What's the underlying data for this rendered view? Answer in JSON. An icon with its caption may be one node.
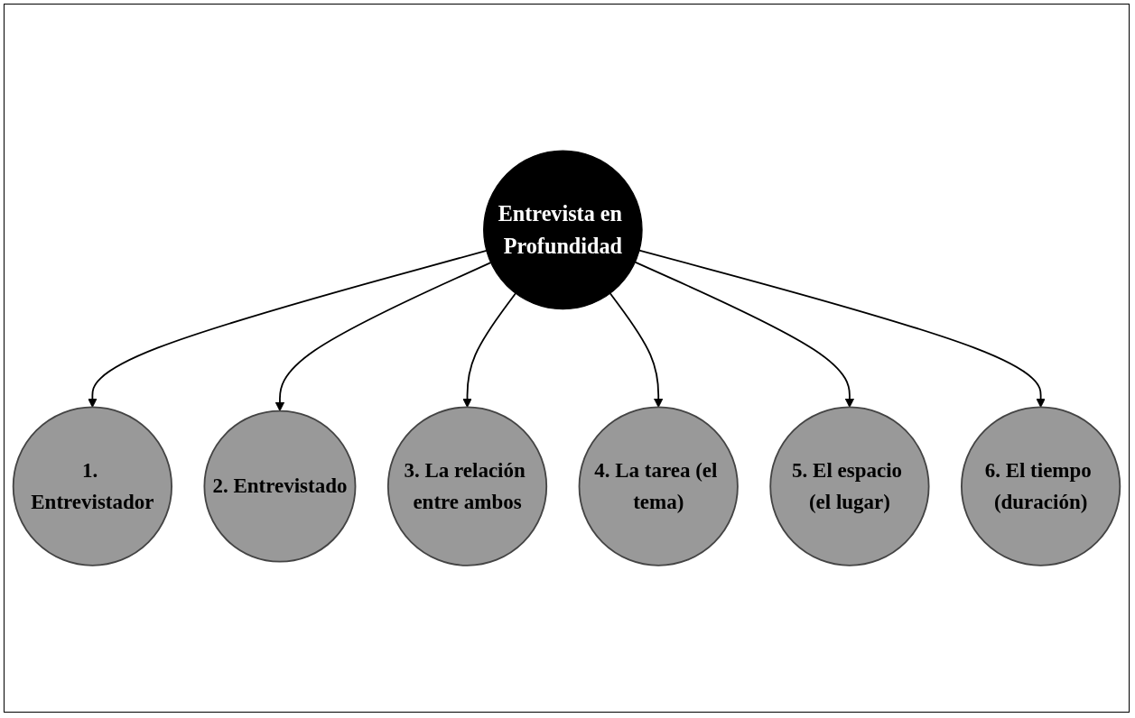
{
  "diagram": {
    "nodes": [
      {
        "text": [
          "Entrevista en Profundidad"
        ]
      },
      {
        "text": [
          "1. Entrevistador"
        ]
      },
      {
        "text": [
          "2. Entrevistado"
        ]
      },
      {
        "text": [
          "3. La relación entre ambos"
        ]
      },
      {
        "text": [
          "4. La tarea (el tema)"
        ]
      },
      {
        "text": [
          "5. El espacio (el lugar)"
        ]
      },
      {
        "text": [
          "6. El tiempo (duración)"
        ]
      }
    ],
    "edges": [
      {
        "from": 0,
        "to": 1,
        "arrow": "to"
      },
      {
        "from": 0,
        "to": 2,
        "arrow": "to"
      },
      {
        "from": 0,
        "to": 3,
        "arrow": "to"
      },
      {
        "from": 0,
        "to": 4,
        "arrow": "to"
      },
      {
        "from": 0,
        "to": 5,
        "arrow": "to"
      },
      {
        "from": 0,
        "to": 6,
        "arrow": "to"
      }
    ]
  }
}
